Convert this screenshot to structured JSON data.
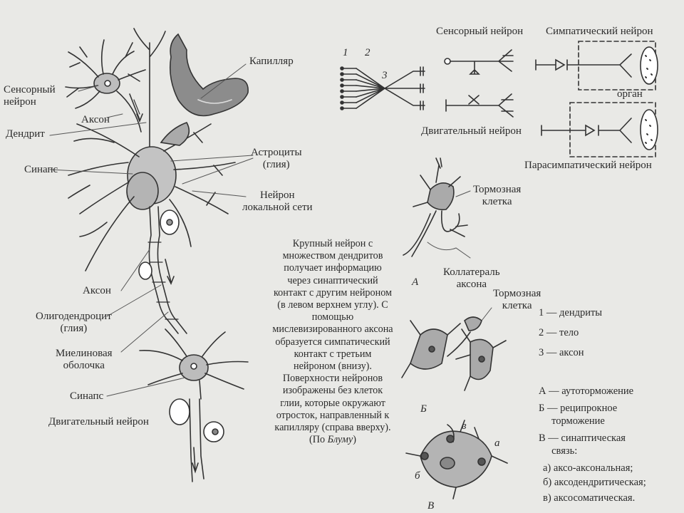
{
  "left_labels": {
    "sensory_neuron": "Сенсорный\nнейрон",
    "axon_top": "Аксон",
    "dendrite": "Дендрит",
    "synapse_top": "Синапс",
    "capillary": "Капилляр",
    "astrocytes": "Астроциты\n(глия)",
    "local_neuron": "Нейрон\nлокальной сети",
    "axon_mid": "Аксон",
    "oligodendrocyte": "Олигодендроцит\n(глия)",
    "myelin": "Миелиновая\nоболочка",
    "synapse_bottom": "Синапс",
    "motor_neuron": "Двигательный нейрон"
  },
  "paragraph": {
    "text_1": "Крупный нейрон с множеством дендритов получает информацию через синаптический контакт с другим нейроном (в левом верхнем углу). С помощью мислевизированного аксона образуется симпатический контакт с третьим нейроном (внизу). Поверхности нейронов изображены без клеток глии, которые окружают отросток, направленный к капилляру (справа вверху). (По ",
    "author": "Блуму",
    "text_2": ")"
  },
  "top_right": {
    "num_1": "1",
    "num_2": "2",
    "num_3": "3",
    "sensory_neuron": "Сенсорный нейрон",
    "motor_neuron": "Двигательный нейрон",
    "sympathetic_neuron": "Симпатический нейрон",
    "organ": "орган",
    "parasympathetic_neuron": "Парасимпатический нейрон"
  },
  "middle_right": {
    "inhibitory_cell_1": "Тормозная\nклетка",
    "collateral": "Коллатераль\nаксона",
    "letter_A": "А",
    "inhibitory_cell_2": "Тормозная\nклетка",
    "letter_B": "Б",
    "letter_V": "В",
    "small_a": "а",
    "small_b": "б",
    "small_v": "в"
  },
  "legend": {
    "item_1": "1 — дендриты",
    "item_2": "2 — тело",
    "item_3": "3 — аксон",
    "item_A": "А — аутоторможение",
    "item_B": "Б — реципрокное\n     торможение",
    "item_V": "В — синаптическая\n     связь:",
    "item_a": "а) аксо-аксональная;",
    "item_b": "б) аксодендритическая;",
    "item_v": "в) аксосоматическая."
  }
}
